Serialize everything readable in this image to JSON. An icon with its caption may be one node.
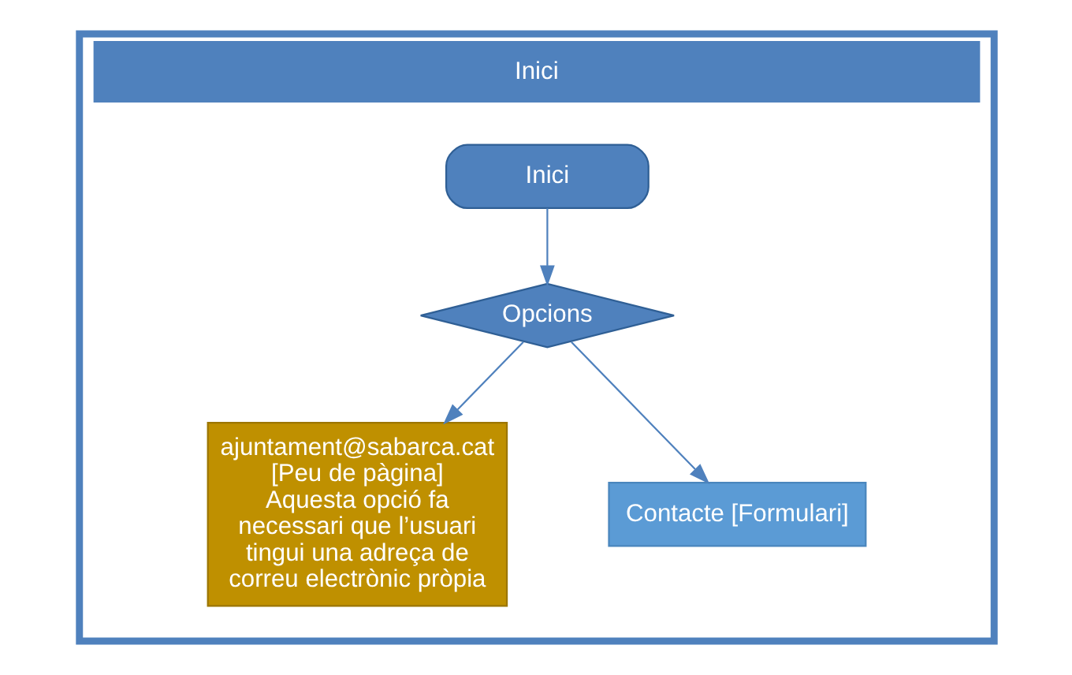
{
  "diagram": {
    "nodes": [
      {
        "text": [
          "Inici"
        ]
      },
      {
        "text": [
          "Inici"
        ],
        "in": 0
      },
      {
        "text": [
          "Opcions"
        ],
        "in": 0
      },
      {
        "text": [
          "ajuntament@sabarca.cat",
          "[Peu de pàgina]",
          "Aquesta opció fa necessari que l’usuari tingui una adreça de correu electrònic pròpia"
        ],
        "in": 0
      },
      {
        "text": [
          "Contacte [Formulari]"
        ],
        "in": 0
      }
    ],
    "edges": [
      {
        "from": 1,
        "to": 2,
        "arrow": "to"
      },
      {
        "from": 2,
        "to": 3,
        "arrow": "to"
      },
      {
        "from": 2,
        "to": 4,
        "arrow": "to"
      }
    ]
  }
}
